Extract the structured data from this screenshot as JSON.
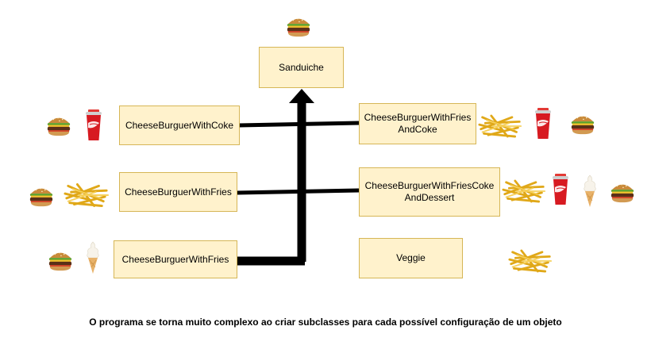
{
  "diagram": {
    "base": {
      "label": "Sanduiche"
    },
    "left_classes": [
      {
        "label": "CheeseBurguerWithCoke"
      },
      {
        "label": "CheeseBurguerWithFries"
      },
      {
        "label": "CheeseBurguerWithFries"
      }
    ],
    "right_classes": [
      {
        "label_line1": "CheeseBurguerWithFries",
        "label_line2": "AndCoke"
      },
      {
        "label_line1": "CheeseBurguerWithFriesCoke",
        "label_line2": "AndDessert"
      },
      {
        "label": "Veggie"
      }
    ],
    "icons": [
      "burger-icon",
      "cola-cup-icon",
      "fries-icon",
      "ice-cream-cone-icon"
    ],
    "caption": "O programa se torna muito complexo ao criar subclasses para cada possível configuração de um objeto"
  },
  "colors": {
    "box_fill": "#fff2cc",
    "box_border": "#d6b656",
    "connector": "#000000"
  }
}
